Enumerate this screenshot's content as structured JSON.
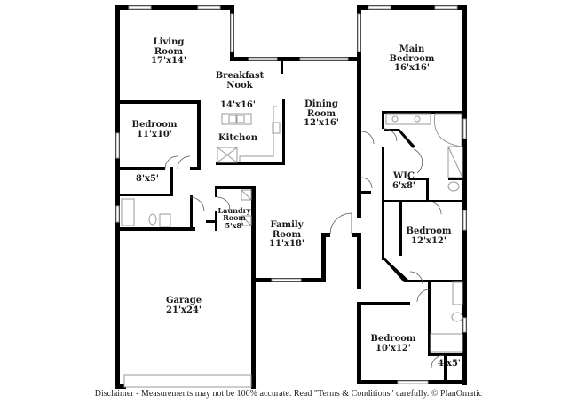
{
  "rooms": {
    "living": {
      "name_1": "Living",
      "name_2": "Room",
      "size": "17'x14'"
    },
    "breakfast": {
      "name_1": "Breakfast",
      "name_2": "Nook"
    },
    "kitchen": {
      "size": "14'x16'",
      "name": "Kitchen"
    },
    "dining": {
      "name_1": "Dining",
      "name_2": "Room",
      "size": "12'x16'"
    },
    "main_bedroom": {
      "name_1": "Main",
      "name_2": "Bedroom",
      "size": "16'x16'"
    },
    "bedroom_1": {
      "name": "Bedroom",
      "size": "11'x10'"
    },
    "closet_1": {
      "size": "8'x5'"
    },
    "laundry": {
      "name_1": "Laundry",
      "name_2": "Room",
      "size": "5'x8'"
    },
    "family": {
      "name_1": "Family",
      "name_2": "Room",
      "size": "11'x18'"
    },
    "wic": {
      "name": "WIC",
      "size": "6'x8'"
    },
    "bedroom_2": {
      "name": "Bedroom",
      "size": "12'x12'"
    },
    "bedroom_3": {
      "name": "Bedroom",
      "size": "10'x12'"
    },
    "closet_2": {
      "size": "4'x5'"
    },
    "garage": {
      "name": "Garage",
      "size": "21'x24'"
    }
  },
  "footer": {
    "disclaimer": "Disclaimer - Measurements may not be 100% accurate. Read \"Terms & Conditions\" carefully. © PlanOmatic"
  }
}
